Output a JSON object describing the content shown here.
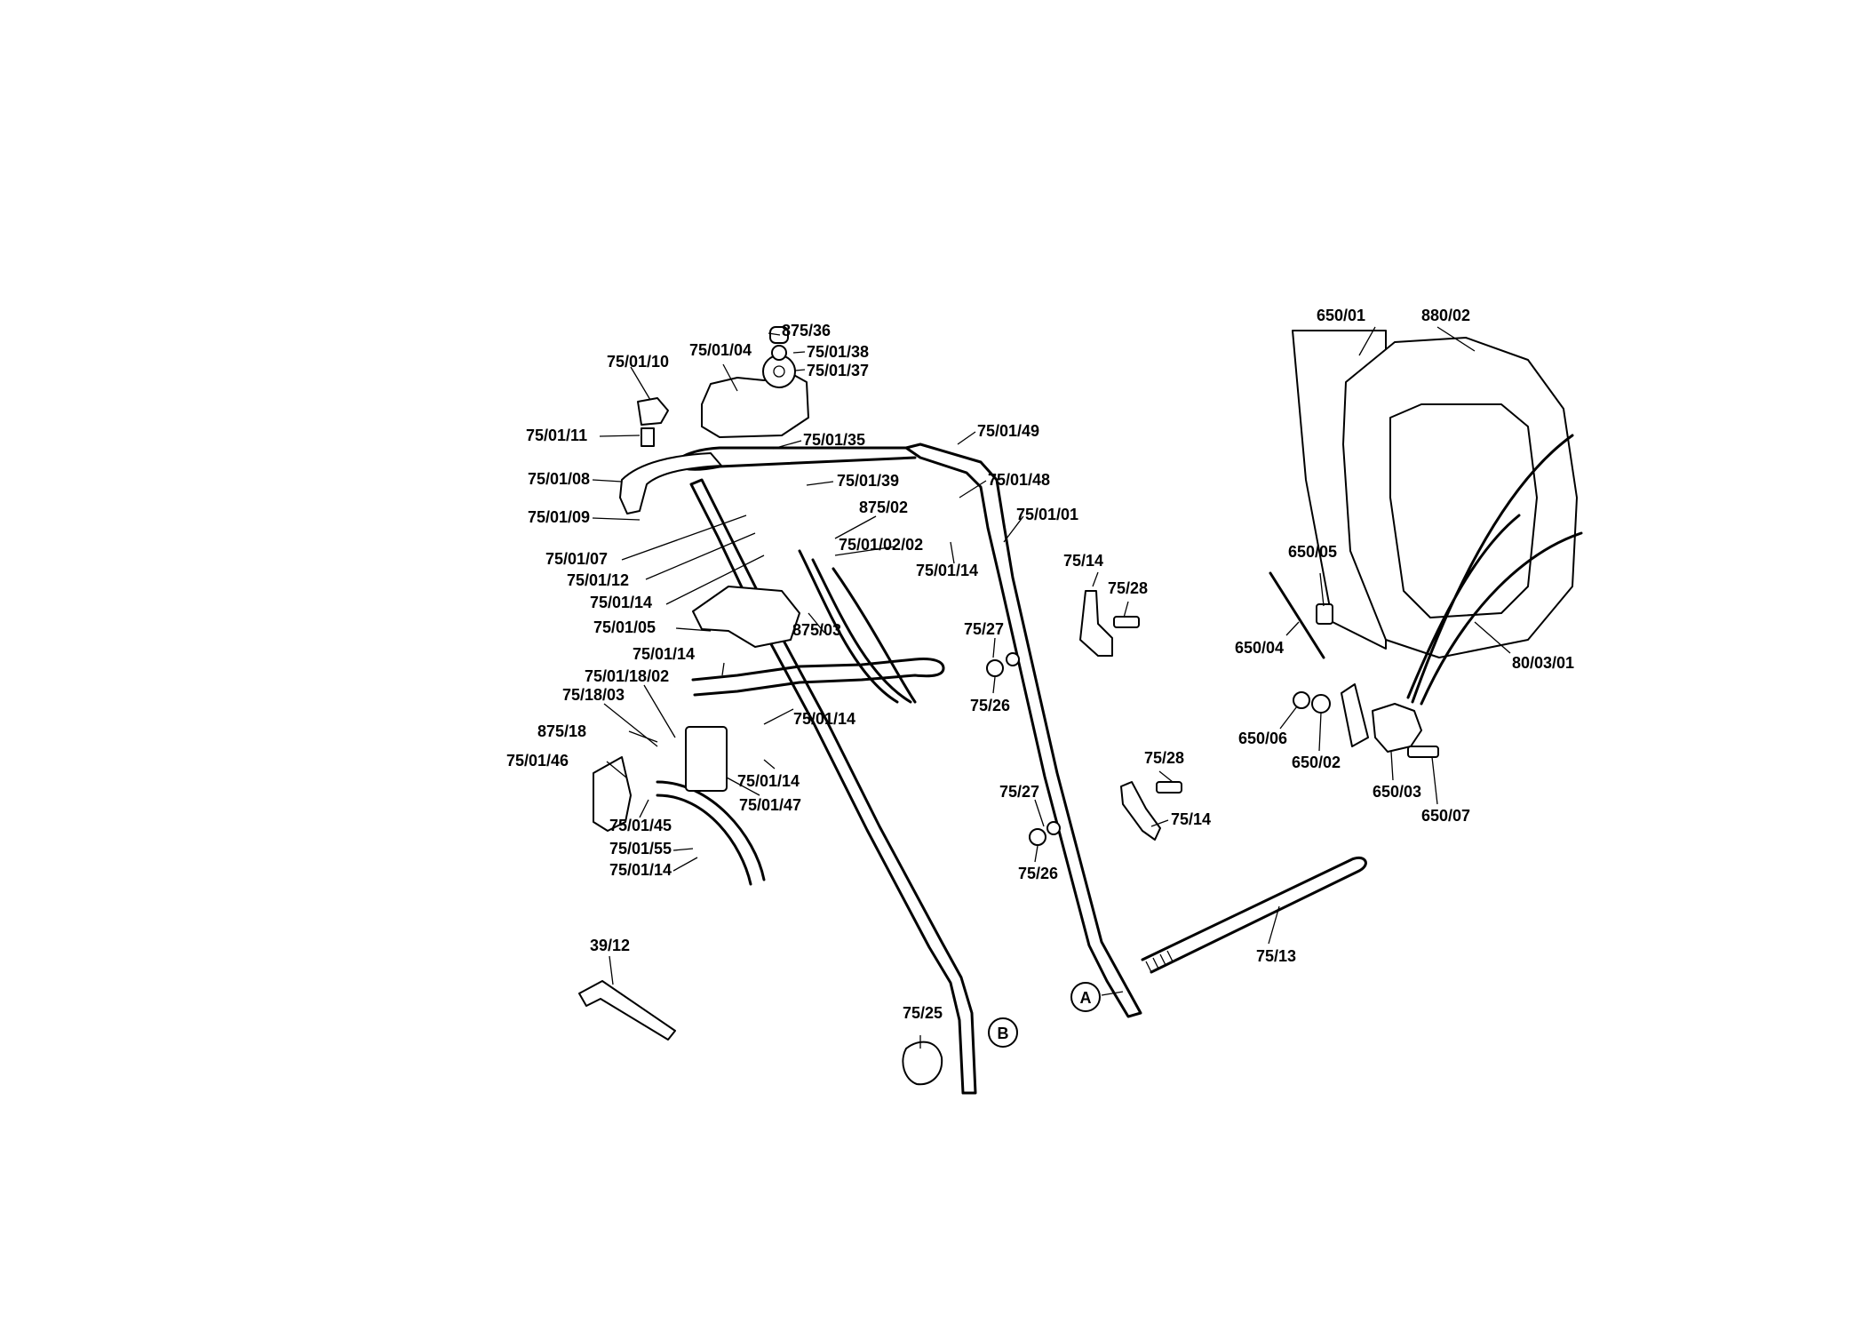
{
  "labels": [
    "875/36",
    "75/01/38",
    "75/01/37",
    "75/01/04",
    "75/01/10",
    "75/01/11",
    "75/01/35",
    "75/01/49",
    "75/01/08",
    "75/01/39",
    "75/01/48",
    "75/01/09",
    "75/01/01",
    "875/02",
    "75/01/07",
    "75/01/02/02",
    "75/01/12",
    "75/01/14",
    "75/01/14",
    "75/14",
    "75/28",
    "75/01/05",
    "875/03",
    "75/27",
    "75/01/14",
    "75/01/18/02",
    "75/26",
    "75/18/03",
    "75/01/14",
    "875/18",
    "75/01/46",
    "75/01/14",
    "75/01/47",
    "75/28",
    "75/27",
    "75/14",
    "75/01/45",
    "75/01/55",
    "75/01/14",
    "75/26",
    "39/12",
    "75/13",
    "75/25",
    "650/01",
    "880/02",
    "650/05",
    "650/04",
    "80/03/01",
    "650/06",
    "650/02",
    "650/03",
    "650/07"
  ],
  "refs": [
    "A",
    "B"
  ],
  "colors": {
    "ink": "#000000",
    "paper": "#ffffff"
  }
}
